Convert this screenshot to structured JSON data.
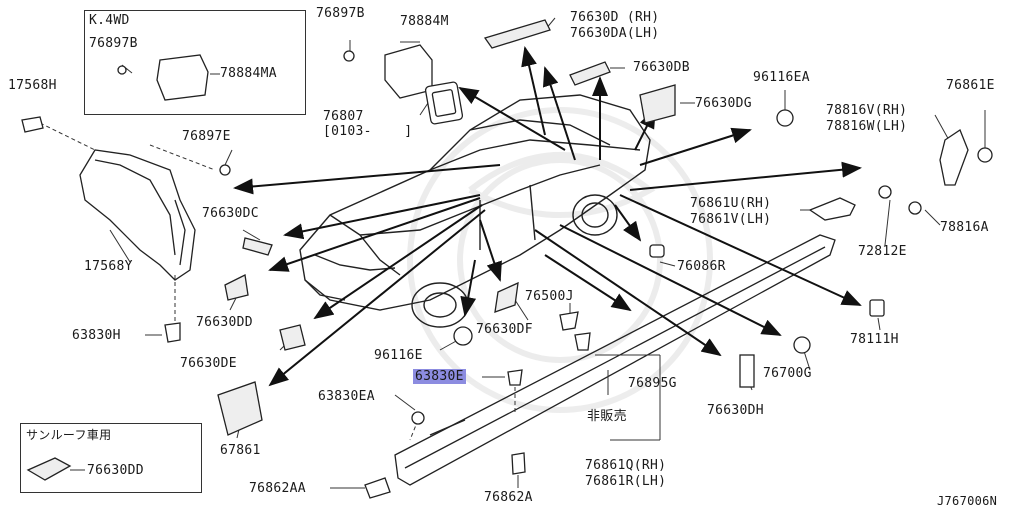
{
  "diagram_code": "J767006N",
  "variant_box": {
    "title": "K.4WD",
    "parts": [
      "76897B",
      "78884MA"
    ]
  },
  "sunroof_box": {
    "title": "サンルーフ車用",
    "part": "76630DD"
  },
  "labels": {
    "p17568H": "17568H",
    "p17568Y": "17568Y",
    "p63830H": "63830H",
    "p76897B_top": "76897B",
    "p78884M": "78884M",
    "p76807": "76807",
    "p76807_range": "[0103-    ]",
    "p76897E": "76897E",
    "p76630D": "76630D (RH)",
    "p76630DA": "76630DA(LH)",
    "p76630DB": "76630DB",
    "p76630DG": "76630DG",
    "p96116EA": "96116EA",
    "p76861E": "76861E",
    "p78816V": "78816V(RH)",
    "p78816W": "78816W(LH)",
    "p76630DC": "76630DC",
    "p76630DD": "76630DD",
    "p76630DE": "76630DE",
    "p76861U": "76861U(RH)",
    "p76861V": "76861V(LH)",
    "p78816A": "78816A",
    "p72812E": "72812E",
    "p76086R": "76086R",
    "p76500J": "76500J",
    "p76630DF": "76630DF",
    "p78111H": "78111H",
    "p96116E": "96116E",
    "p63830E": "63830E",
    "p76700G": "76700G",
    "p76895G": "76895G",
    "p63830EA": "63830EA",
    "p76630DH": "76630DH",
    "p_nonsale": "非販売",
    "p67861": "67861",
    "p76861Q": "76861Q(RH)",
    "p76861R": "76861R(LH)",
    "p76862AA": "76862AA",
    "p76862A": "76862A"
  },
  "highlighted_part": "63830E"
}
